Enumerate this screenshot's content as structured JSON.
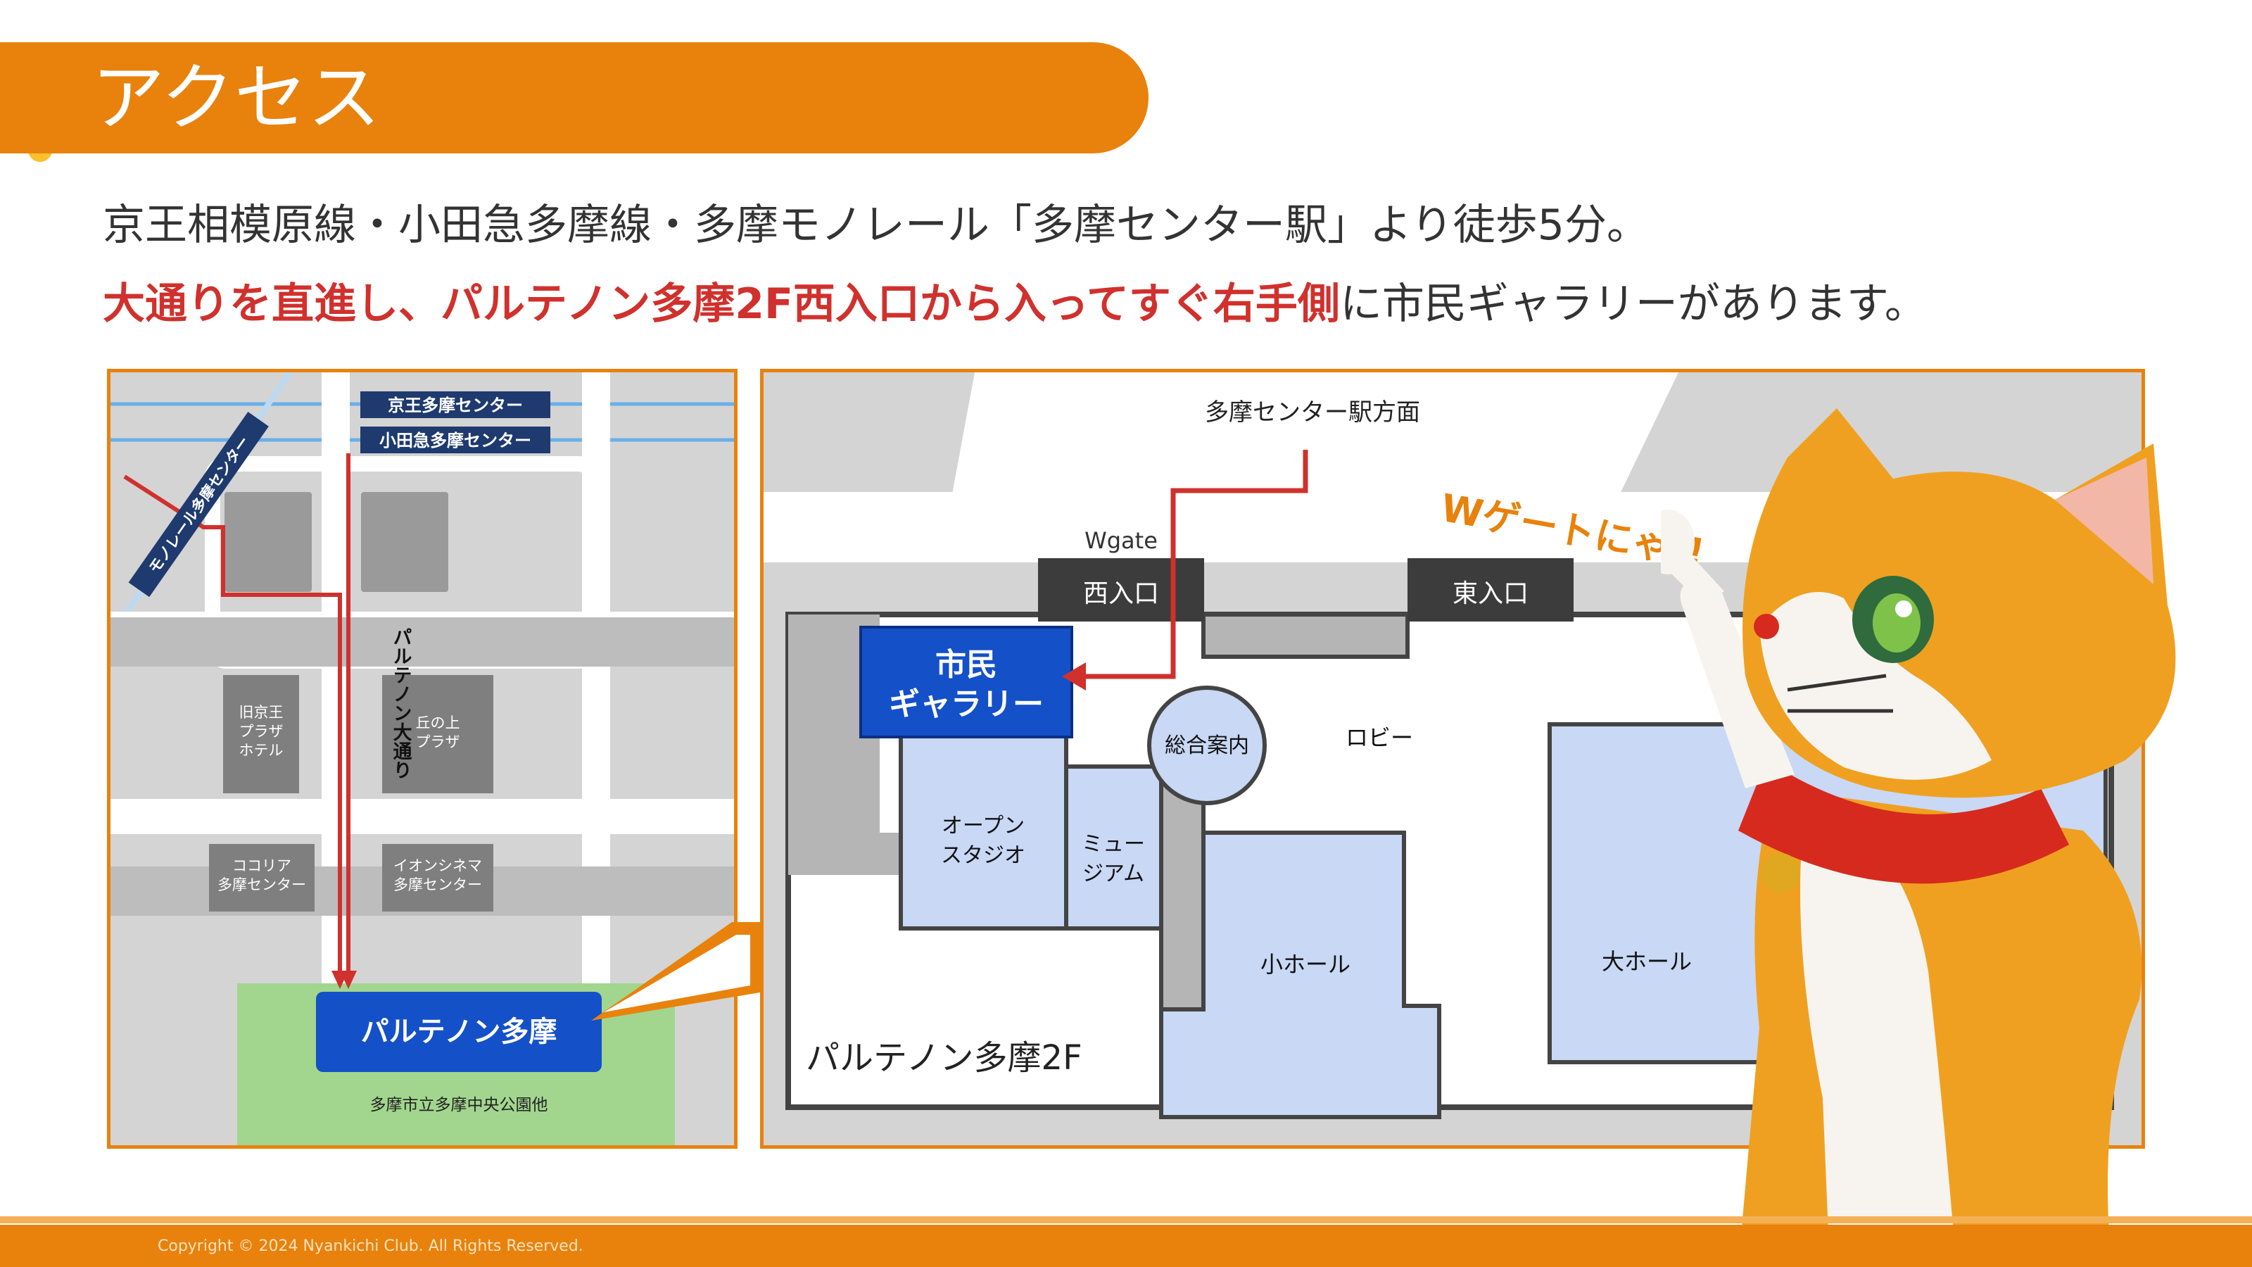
{
  "header": {
    "title": "アクセス"
  },
  "description": {
    "line1": "京王相模原線・小田急多摩線・多摩モノレール「多摩センター駅」より徒歩5分。",
    "line2_highlight": "大通りを直進し、パルテノン多摩2F西入口から入ってすぐ右手側",
    "line2_rest": "に市民ギャラリーがあります。"
  },
  "area_map": {
    "station_keio": "京王多摩センター",
    "station_odakyu": "小田急多摩センター",
    "monorail": "モノレール多摩センター",
    "street": "パルテノン大通り",
    "bldg_hotel": [
      "旧京王",
      "プラザ",
      "ホテル"
    ],
    "bldg_okanoue": [
      "丘の上",
      "プラザ"
    ],
    "bldg_cocoria": [
      "ココリア",
      "多摩センター"
    ],
    "bldg_aeon": [
      "イオンシネマ",
      "多摩センター"
    ],
    "destination": "パルテノン多摩",
    "park": "多摩市立多摩中央公園他"
  },
  "floor_map": {
    "direction": "多摩センター駅方面",
    "wgate": "Wgate",
    "west_entrance": "西入口",
    "east_entrance": "東入口",
    "gallery": [
      "市民",
      "ギャラリー"
    ],
    "info": "総合案内",
    "lobby": "ロビー",
    "studio": [
      "オープン",
      "スタジオ"
    ],
    "museum": [
      "ミュー",
      "ジアム"
    ],
    "small_hall": "小ホール",
    "large_hall": "大ホール",
    "floor_label": "パルテノン多摩2F"
  },
  "callout": "Wゲートにゃ!!",
  "footer": {
    "copyright": "Copyright © 2024 Nyankichi Club. All Rights Reserved."
  },
  "colors": {
    "accent": "#e8820c",
    "red": "#d0312d",
    "blue": "#1450c8",
    "room": "#c8d8f5"
  }
}
